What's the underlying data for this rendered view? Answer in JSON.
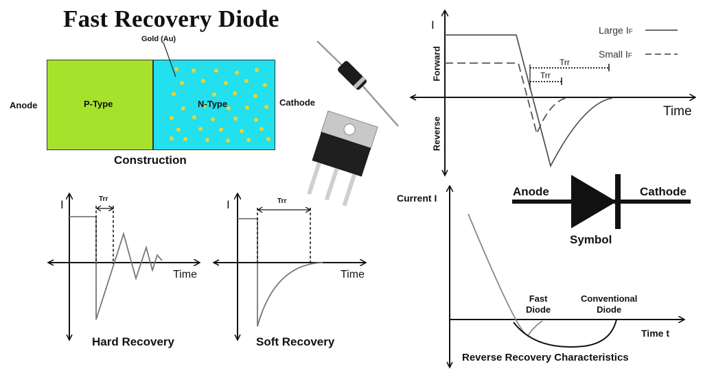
{
  "title": "Fast Recovery Diode",
  "construction": {
    "gold_label": "Gold (Au)",
    "p_label": "P-Type",
    "n_label": "N-Type",
    "anode": "Anode",
    "cathode": "Cathode",
    "caption": "Construction",
    "p_color": "#a6e22c",
    "n_color": "#22e0ee",
    "dot_color": "#f0d22a"
  },
  "top_graph": {
    "y_label": "I",
    "forward": "Forward",
    "reverse": "Reverse",
    "x_label": "Time",
    "trr_long": "Trr",
    "trr_short": "Trr",
    "legend_large": "Large I",
    "legend_large_sub": "F",
    "legend_small": "Small I",
    "legend_small_sub": "F"
  },
  "hard": {
    "y_label": "I",
    "trr": "Trr",
    "x_label": "Time",
    "caption": "Hard Recovery"
  },
  "soft": {
    "y_label": "I",
    "trr": "Trr",
    "x_label": "Time",
    "caption": "Soft Recovery"
  },
  "symbol": {
    "anode": "Anode",
    "cathode": "Cathode",
    "caption": "Symbol"
  },
  "rr": {
    "y_label": "Current I",
    "x_label": "Time t",
    "fast1": "Fast",
    "fast2": "Diode",
    "conv1": "Conventional",
    "conv2": "Diode",
    "caption": "Reverse Recovery Characteristics"
  }
}
